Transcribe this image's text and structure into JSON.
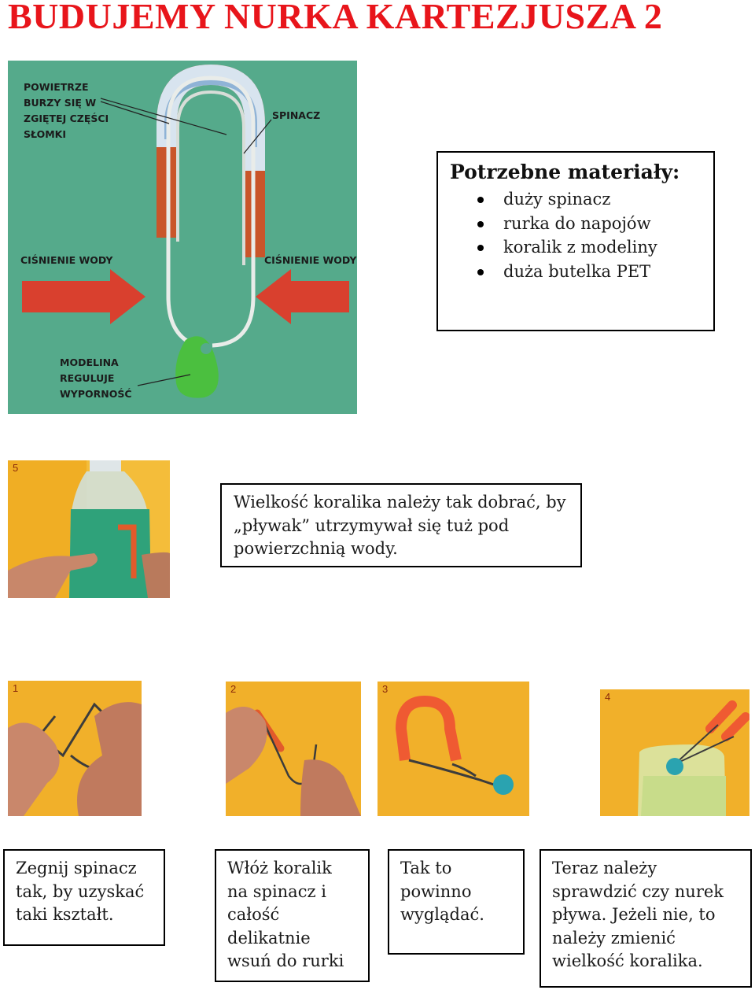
{
  "page": {
    "title": "BUDUJEMY NURKA KARTEZJUSZA 2"
  },
  "diagram": {
    "label_air": "Powietrze burzy się w zgiętej części słomki",
    "label_air_lines": [
      "POWIETRZE",
      "BURZY SIĘ W",
      "ZGIĘTEJ CZĘŚCI",
      "SŁOMKI"
    ],
    "label_clip": "SPINACZ",
    "label_pressure_left": "CIŚNIENIE WODY",
    "label_pressure_right": "CIŚNIENIE WODY",
    "label_clay_lines": [
      "MODELINA",
      "REGULUJE",
      "WYPORNOŚĆ"
    ],
    "colors": {
      "background": "#53a98a",
      "straw": "#d46a2a",
      "arrow": "#d9402e",
      "clay": "#4bbf3f"
    }
  },
  "materials": {
    "heading": "Potrzebne materiały:",
    "items": [
      "duży spinacz",
      "rurka do napojów",
      "koralik z modeliny",
      "duża butelka PET"
    ]
  },
  "bead_note": "Wielkość koralika należy tak dobrać, by\n„pływak” utrzymywał się tuż pod\npowierzchnią  wody.",
  "photos": {
    "step5": "5",
    "step1": "1",
    "step2": "2",
    "step3": "3",
    "step4": "4"
  },
  "captions": {
    "c1": "Zegnij spinacz\ntak, by uzyskać\ntaki kształt.",
    "c2": "Włóż koralik\nna spinacz i\ncałość\ndelikatnie\nwsuń do rurki",
    "c3": "Tak to\npowinno\nwyglądać.",
    "c4": "Teraz należy\nsprawdzić czy nurek\npływa. Jeżeli nie, to\nnależy zmienić\nwielkość koralika."
  }
}
